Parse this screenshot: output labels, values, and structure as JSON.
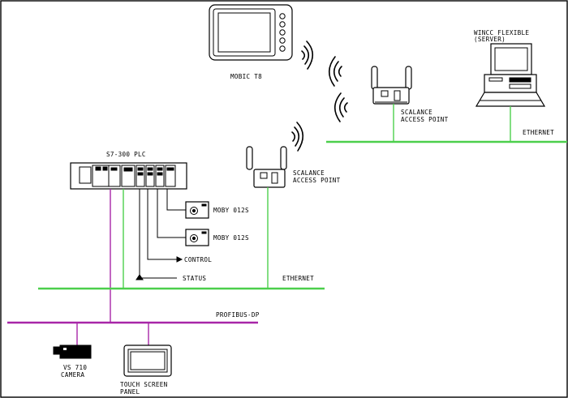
{
  "labels": {
    "mobic": "MOBIC T8",
    "wincc_line1": "WINCC FLEXIBLE",
    "wincc_line2": "(SERVER)",
    "ap_upper_line1": "SCALANCE",
    "ap_upper_line2": "ACCESS POINT",
    "ap_lower_line1": "SCALANCE",
    "ap_lower_line2": "ACCESS POINT",
    "ethernet_upper": "ETHERNET",
    "ethernet_lower": "ETHERNET",
    "plc": "S7-300 PLC",
    "moby1": "MOBY 012S",
    "moby2": "MOBY 012S",
    "control": "CONTROL",
    "status": "STATUS",
    "profibus": "PROFIBUS-DP",
    "camera_line1": "VS 710",
    "camera_line2": "CAMERA",
    "panel_line1": "TOUCH SCREEN",
    "panel_line2": "PANEL"
  },
  "colors": {
    "ethernet": "#4ccf4c",
    "profibus": "#a726a7"
  }
}
